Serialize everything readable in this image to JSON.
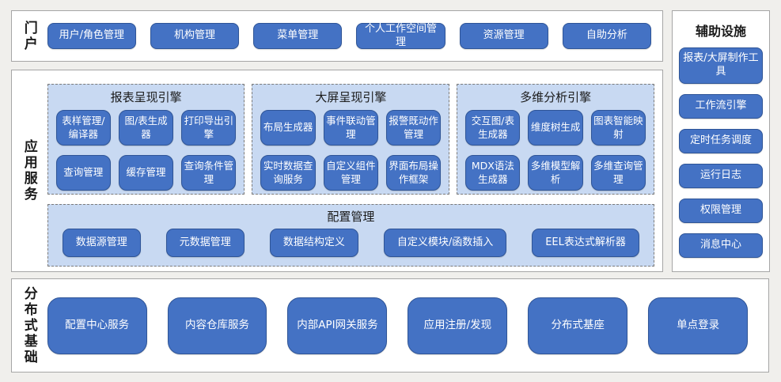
{
  "colors": {
    "page_bg": "#f0efec",
    "panel_bg": "#ffffff",
    "panel_border": "#a6a6a6",
    "node_bg": "#4472c4",
    "node_border": "#2f5597",
    "node_text": "#ffffff",
    "group_bg": "#c8d9f2",
    "group_border": "#7a7a7a",
    "label_text": "#1a1a1a"
  },
  "portal": {
    "label": "门户",
    "buttons": [
      "用户/角色管理",
      "机构管理",
      "菜单管理",
      "个人工作空间管理",
      "资源管理",
      "自助分析"
    ]
  },
  "app_services": {
    "label": "应用服务",
    "engines": [
      {
        "title": "报表呈现引擎",
        "buttons": [
          "表样管理/编译器",
          "图/表生成器",
          "打印导出引擎",
          "查询管理",
          "缓存管理",
          "查询条件管理"
        ]
      },
      {
        "title": "大屏呈现引擎",
        "buttons": [
          "布局生成器",
          "事件联动管理",
          "报警既动作管理",
          "实时数据查询服务",
          "自定义组件管理",
          "界面布局操作框架"
        ]
      },
      {
        "title": "多维分析引擎",
        "buttons": [
          "交互图/表生成器",
          "维度树生成",
          "图表智能映射",
          "MDX语法生成器",
          "多维模型解析",
          "多维查询管理"
        ]
      }
    ],
    "config": {
      "title": "配置管理",
      "buttons": [
        "数据源管理",
        "元数据管理",
        "数据结构定义",
        "自定义模块/函数插入",
        "EEL表达式解析器"
      ]
    }
  },
  "aux": {
    "title": "辅助设施",
    "buttons": [
      "报表/大屏制作工具",
      "工作流引擎",
      "定时任务调度",
      "运行日志",
      "权限管理",
      "消息中心"
    ]
  },
  "distributed": {
    "label": "分布式基础",
    "buttons": [
      "配置中心服务",
      "内容仓库服务",
      "内部API网关服务",
      "应用注册/发现",
      "分布式基座",
      "单点登录"
    ]
  }
}
